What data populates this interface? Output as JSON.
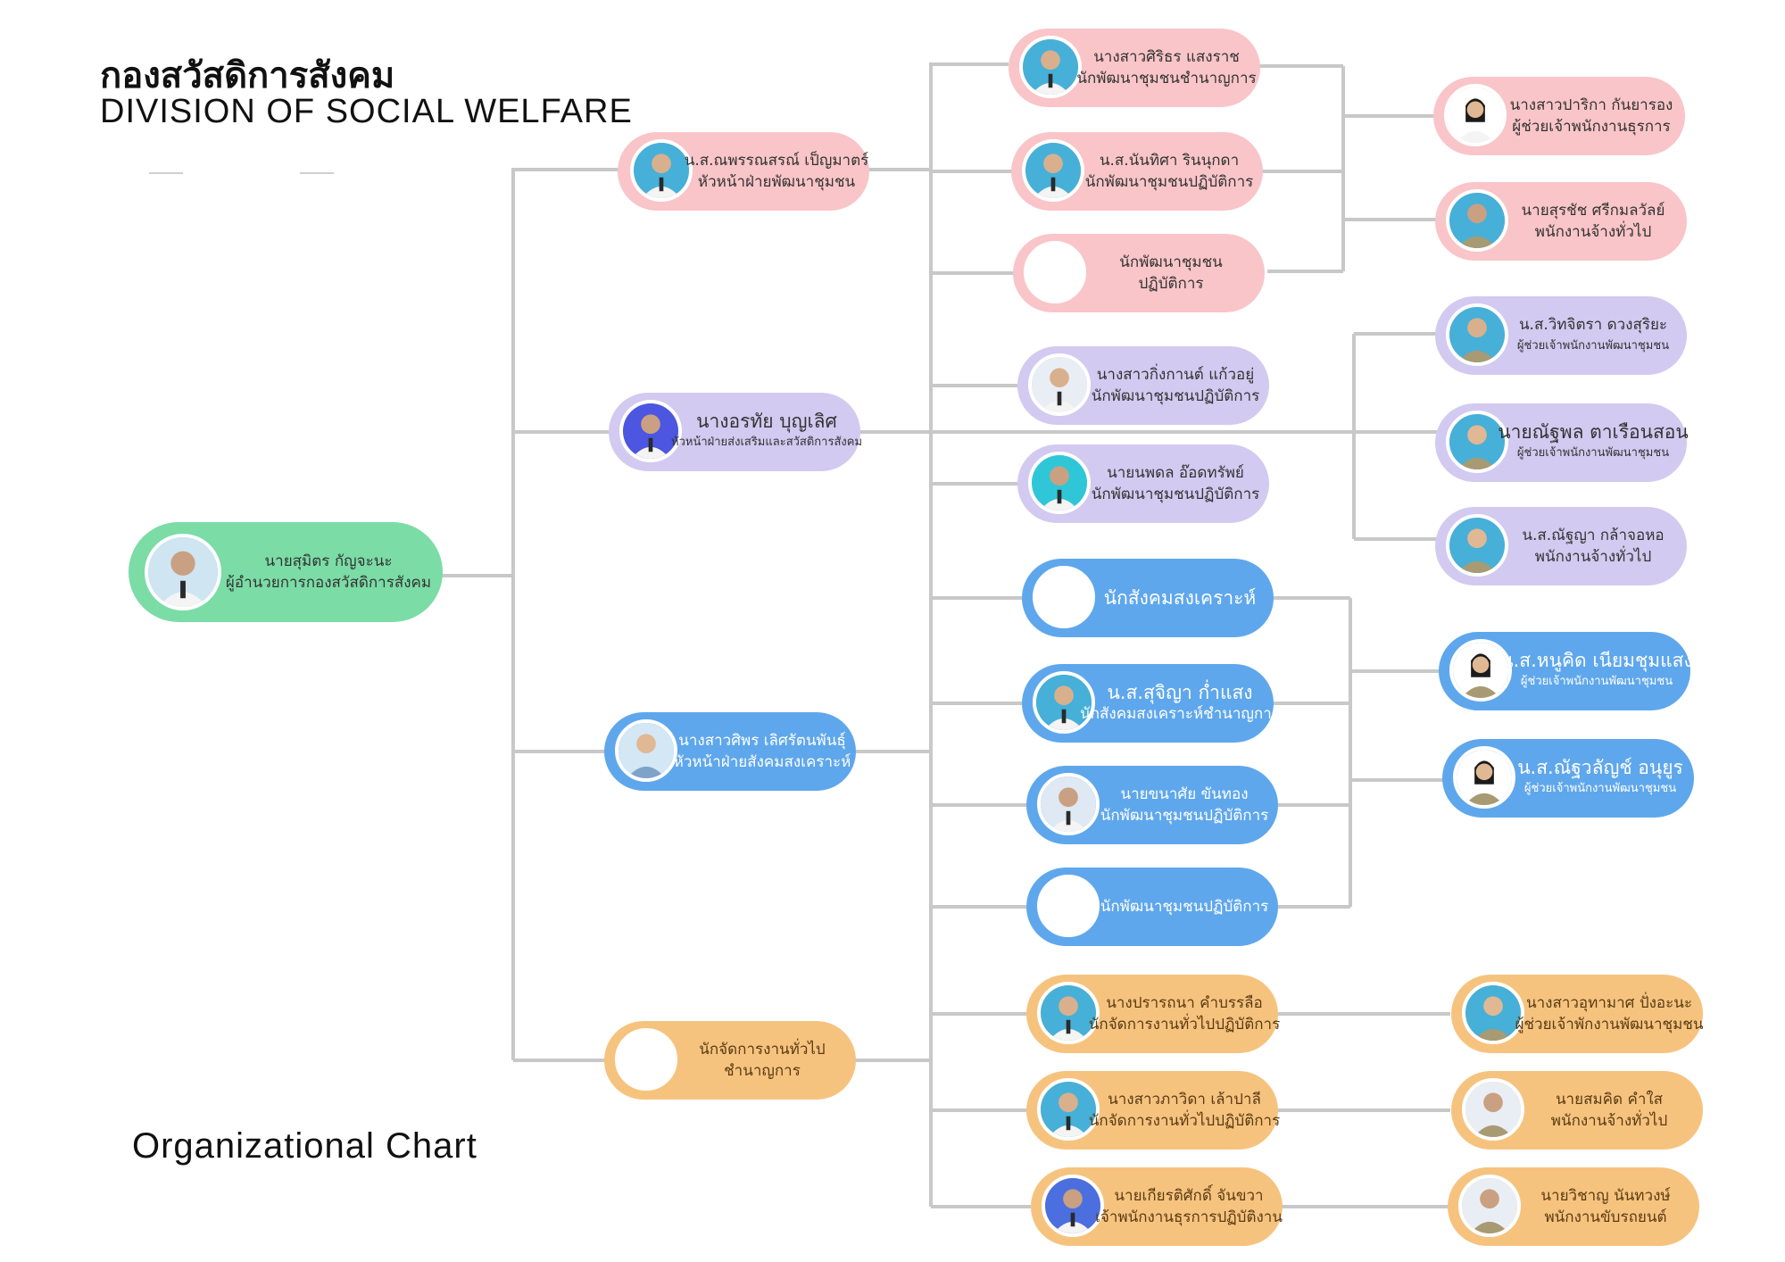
{
  "header": {
    "title_th": "กองสวัสดิการสังคม",
    "title_en": "DIVISION OF SOCIAL WELFARE"
  },
  "footer": {
    "label": "Organizational Chart"
  },
  "colors": {
    "pink": "#f9c5c8",
    "purple": "#d2caf0",
    "blue": "#5fa7ec",
    "orange": "#f6c37f",
    "green": "#7bdca6",
    "connector": "#c8c8c8"
  },
  "director": {
    "name": "นายสุมิตร กัญจะนะ",
    "title": "ผู้อำนวยการกองสวัสดิการสังคม",
    "icon": "person-photo-icon"
  },
  "heads": [
    {
      "name": "น.ส.ณพรรณสรณ์ เป็ญมาตร์",
      "title": "หัวหน้าฝ่ายพัฒนาชุมชน"
    },
    {
      "name": "นางอรทัย บุญเลิศ",
      "title": "หัวหน้าฝ่ายส่งเสริมและสวัสดิการสังคม"
    },
    {
      "name": "นางสาวศิพร เลิศรัตนพันธุ์",
      "title": "หัวหน้าฝ่ายสังคมสงเคราะห์"
    },
    {
      "name": "นักจัดการงานทั่วไป",
      "title": "ชำนาญการ"
    }
  ],
  "staff": [
    {
      "name": "นางสาวศิริธร แสงราช",
      "title": "นักพัฒนาชุมชนชำนาญการ"
    },
    {
      "name": "น.ส.นันทิศา รินนุกดา",
      "title": "นักพัฒนาชุมชนปฏิบัติการ"
    },
    {
      "name": "นักพัฒนาชุมชน",
      "title": "ปฏิบัติการ"
    },
    {
      "name": "นางสาวกิ่งกานต์ แก้วอยู่",
      "title": "นักพัฒนาชุมชนปฏิบัติการ"
    },
    {
      "name": "นายนพดล อ๊อดทรัพย์",
      "title": "นักพัฒนาชุมชนปฏิบัติการ"
    },
    {
      "name": "นักสังคมสงเคราะห์",
      "title": ""
    },
    {
      "name": "น.ส.สุจิญา ก่ำแสง",
      "title": "นักสังคมสงเคราะห์ชำนาญการ"
    },
    {
      "name": "นายขนาศัย ขันทอง",
      "title": "นักพัฒนาชุมชนปฏิบัติการ"
    },
    {
      "name": "นักพัฒนาชุมชนปฏิบัติการ",
      "title": ""
    },
    {
      "name": "นางปรารถนา คำบรรลือ",
      "title": "นักจัดการงานทั่วไปปฏิบัติการ"
    },
    {
      "name": "นางสาวภาวิดา เล้าปาลี",
      "title": "นักจัดการงานทั่วไปปฏิบัติการ"
    },
    {
      "name": "นายเกียรติศักดิ์ จันขวา",
      "title": "เจ้าพนักงานธุรการปฏิบัติงาน"
    }
  ],
  "assistants": [
    {
      "name": "นางสาวปาริกา กันยารอง",
      "title": "ผู้ช่วยเจ้าพนักงานธุรการ"
    },
    {
      "name": "นายสุรชัช ศรีกมลวัลย์",
      "title": "พนักงานจ้างทั่วไป"
    },
    {
      "name": "น.ส.วิทจิตรา ดวงสุริยะ",
      "title": "ผู้ช่วยเจ้าพนักงานพัฒนาชุมชน"
    },
    {
      "name": "นายณัฐพล ตาเรือนสอน",
      "title": "ผู้ช่วยเจ้าพนักงานพัฒนาชุมชน"
    },
    {
      "name": "น.ส.ณัฐญา กล้าจอหอ",
      "title": "พนักงานจ้างทั่วไป"
    },
    {
      "name": "น.ส.หนูคิด เนียมชุมแสง",
      "title": "ผู้ช่วยเจ้าพนักงานพัฒนาชุมชน"
    },
    {
      "name": "น.ส.ณัฐวลัญช์ อนุยูร",
      "title": "ผู้ช่วยเจ้าพนักงานพัฒนาชุมชน"
    },
    {
      "name": "นางสาวอุทามาศ ปั่งอะนะ",
      "title": "ผู้ช่วยเจ้าพักงานพัฒนาชุมชน"
    },
    {
      "name": "นายสมคิด คำใส",
      "title": "พนักงานจ้างทั่วไป"
    },
    {
      "name": "นายวิชาญ นันทวงษ์",
      "title": "พนักงานขับรถยนต์"
    }
  ]
}
